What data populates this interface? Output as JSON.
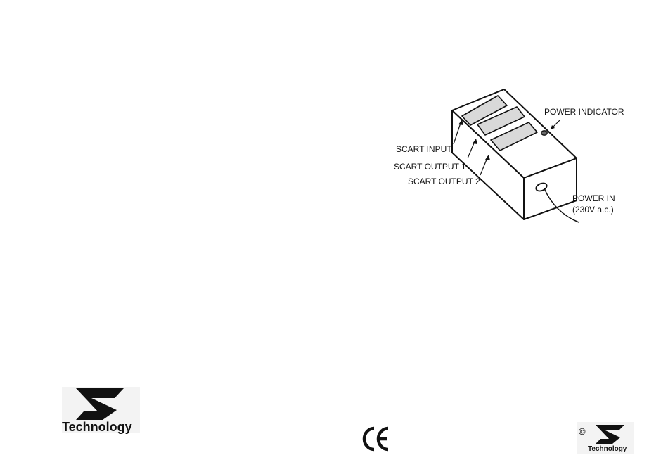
{
  "diagram": {
    "labels": {
      "power_indicator": "POWER INDICATOR",
      "scart_input": "SCART INPUT",
      "scart_output_1": "SCART OUTPUT 1",
      "scart_output_2": "SCART OUTPUT 2",
      "power_in_line1": "POWER IN",
      "power_in_line2": "(230V a.c.)"
    }
  },
  "footer": {
    "left_logo_word": "Technology",
    "ce_mark": "CE",
    "copyright_symbol": "©",
    "right_logo_word": "Technology"
  }
}
